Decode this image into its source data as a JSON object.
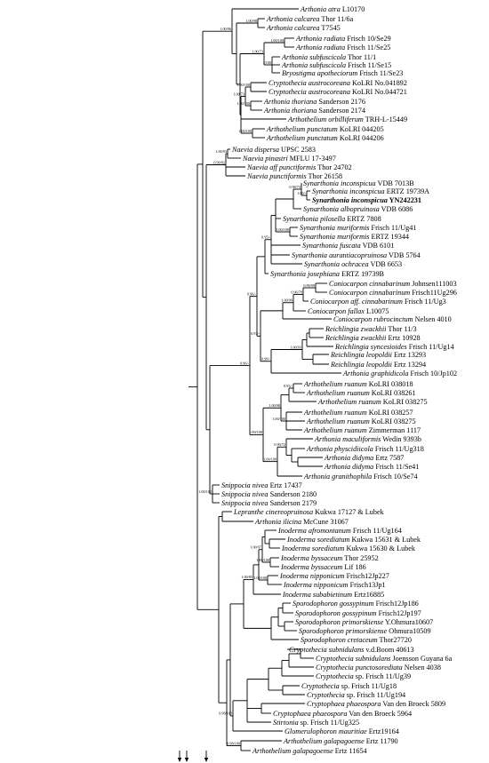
{
  "tree": {
    "taxa": [
      {
        "genus": "Arthonia atra",
        "voucher": "L10170"
      },
      {
        "genus": "Arthonia calcarea",
        "voucher": "Thor 11/6a"
      },
      {
        "genus": "Arthonia calcarea",
        "voucher": "T7545"
      },
      {
        "genus": "Arthonia radiata",
        "voucher": "Frisch 10/Se29"
      },
      {
        "genus": "Arthonia radiata",
        "voucher": "Frisch 11/Se25"
      },
      {
        "genus": "Arthonia subfuscicola",
        "voucher": "Thor 11/1"
      },
      {
        "genus": "Arthonia subfuscicola",
        "voucher": "Frisch 11/Se15"
      },
      {
        "genus": "Bryostigma apotheciorum",
        "voucher": "Frisch 11/Se23"
      },
      {
        "genus": "Cryptothecia austrocoreana",
        "voucher": "KoLRI No.041892"
      },
      {
        "genus": "Cryptothecia austrocoreana",
        "voucher": "KoLRI No.044721"
      },
      {
        "genus": "Arthonia thoriana",
        "voucher": "Sanderson 2176"
      },
      {
        "genus": "Arthonia thoriana",
        "voucher": "Sanderson 2174"
      },
      {
        "genus": "Arthothelium orbilliferum",
        "voucher": "TRH-L-15449"
      },
      {
        "genus": "Arthothelium punctatum",
        "voucher": "KoLRI 044205"
      },
      {
        "genus": "Arthothelium punctatum",
        "voucher": "KoLRI 044206"
      },
      {
        "genus": "Naevia dispersa",
        "voucher": "UPSC 2583"
      },
      {
        "genus": "Naevia pinastri",
        "voucher": "MFLU 17-3497"
      },
      {
        "genus": "Naevia aff punctiformis",
        "voucher": "Thor 24702"
      },
      {
        "genus": "Naevia punctiformis",
        "voucher": "Thor 26158"
      },
      {
        "genus": "Synarthonia inconspicua",
        "voucher": "VDB 7013B"
      },
      {
        "genus": "Synarthonia inconspicua",
        "voucher": "ERTZ 19739A"
      },
      {
        "genus": "Synarthonia inconspicua",
        "voucher": "YN242231",
        "bold": true
      },
      {
        "genus": "Synarthonia albopruinosa",
        "voucher": "VDB 6086"
      },
      {
        "genus": "Synarthonia pilosella",
        "voucher": "ERTZ 7808"
      },
      {
        "genus": "Synarthonia muriformis",
        "voucher": "Frisch 11/Ug41"
      },
      {
        "genus": "Synarthonia muriformis",
        "voucher": "ERTZ 19344"
      },
      {
        "genus": "Synarthonia fuscata",
        "voucher": "VDB 6101"
      },
      {
        "genus": "Synarthonia aurantiacopruinosa",
        "voucher": "VDB 5764"
      },
      {
        "genus": "Synarthonia ochracea",
        "voucher": "VDB 6653"
      },
      {
        "genus": "Synarthonia josephiana",
        "voucher": "ERTZ 19739B"
      },
      {
        "genus": "Coniocarpon cinnabarinum",
        "voucher": "Johnsen111003"
      },
      {
        "genus": "Coniocarpon cinnabarinum",
        "voucher": "Frisch11Ug296"
      },
      {
        "genus": "Coniocarpon aff. cinnabarinum",
        "voucher": "Frisch 11/Ug3"
      },
      {
        "genus": "Coniocarpon fallax",
        "voucher": "L10075"
      },
      {
        "genus": "Coniocarpon rubrocinctum",
        "voucher": "Nelsen 4010"
      },
      {
        "genus": "Reichlingia zwackhii",
        "voucher": "Thor 11/3"
      },
      {
        "genus": "Reichlingia zwackhii",
        "voucher": "Ertz 10928"
      },
      {
        "genus": "Reichlingia syncesioides",
        "voucher": "Frisch 11/Ug14"
      },
      {
        "genus": "Reichlingia leopoldii",
        "voucher": "Ertz 13293"
      },
      {
        "genus": "Reichlingia leopoldii",
        "voucher": "Ertz 13294"
      },
      {
        "genus": "Arthonia graphidicola",
        "voucher": "Frisch 10/Jp102"
      },
      {
        "genus": "Arthothelium ruanum",
        "voucher": "KoLRI 038018"
      },
      {
        "genus": "Arthothelium ruanum",
        "voucher": "KoLRI 038261"
      },
      {
        "genus": "Arthothelium ruanum",
        "voucher": "KoLRI 038275"
      },
      {
        "genus": "Arthothelium ruanum",
        "voucher": "KoLRI 038257"
      },
      {
        "genus": "Arthothelium ruanum",
        "voucher": "KoLRI 038275"
      },
      {
        "genus": "Arthothelium ruanum",
        "voucher": "Zimmerman 1117"
      },
      {
        "genus": "Arthonia maculiformis",
        "voucher": "Wedin 9393b"
      },
      {
        "genus": "Arthonia physcidiicola",
        "voucher": "Frisch 11/Ug318"
      },
      {
        "genus": "Arthonia didyma",
        "voucher": "Ertz 7587"
      },
      {
        "genus": "Arthonia didyma",
        "voucher": "Frisch 11/Se41"
      },
      {
        "genus": "Arthonia granithophila",
        "voucher": "Frisch 10/Se74"
      },
      {
        "genus": "Snippocia nivea",
        "voucher": "Ertz 17437"
      },
      {
        "genus": "Snippocia nivea",
        "voucher": "Sanderson 2180"
      },
      {
        "genus": "Snippocia nivea",
        "voucher": "Sanderson 2179"
      },
      {
        "genus": "Lepranthe cinereopruinosa",
        "voucher": "Kukwa 17127 & Lubek"
      },
      {
        "genus": "Arthonia ilicina",
        "voucher": "McCune 31067"
      },
      {
        "genus": "Inoderma afromontanum",
        "voucher": "Frisch 11/Ug164"
      },
      {
        "genus": "Inoderma sorediatum",
        "voucher": "Kukwa 15631 & Lubek"
      },
      {
        "genus": "Inoderma sorediatum",
        "voucher": "Kukwa 15630 & Lubek"
      },
      {
        "genus": "Inoderma byssaceum",
        "voucher": "Thor 25952"
      },
      {
        "genus": "Inoderma byssaceum",
        "voucher": "Lif 186"
      },
      {
        "genus": "Inoderma nipponicum",
        "voucher": "Frisch12Jp227"
      },
      {
        "genus": "Inoderma nipponicum",
        "voucher": "Frisch13Jp1"
      },
      {
        "genus": "Inoderma subabietinum",
        "voucher": "Ertz16885"
      },
      {
        "genus": "Sporodophoron gossypinum",
        "voucher": "Frisch12Jp186"
      },
      {
        "genus": "Sporodophoron gossypinum",
        "voucher": "Frisch12Jp197"
      },
      {
        "genus": "Sporodophoron primorskiense",
        "voucher": "Y.Ohmura10607"
      },
      {
        "genus": "Sporodophoron primorskiense",
        "voucher": "Ohmura10509"
      },
      {
        "genus": "Sporodophoron cretaceum",
        "voucher": "Thor27720"
      },
      {
        "genus": "Cryptothecia subnidulans",
        "voucher": "v.d.Boom 40613"
      },
      {
        "genus": "Cryptothecia subnidulans",
        "voucher": "Joensson Guyana 6a"
      },
      {
        "genus": "Cryptothecia punctosorediata",
        "voucher": "Nelsen 4038"
      },
      {
        "genus": "Cryptothecia",
        "voucher": "sp. Frisch 11/Ug39"
      },
      {
        "genus": "Cryptothecia",
        "voucher": "sp. Frisch 11/Ug18"
      },
      {
        "genus": "Cryptothecia",
        "voucher": "sp. Frisch 11/Ug194"
      },
      {
        "genus": "Cryptophaea phaeospora",
        "voucher": "Van den Broeck 5809"
      },
      {
        "genus": "Cryptophaea phaeospora",
        "voucher": "Van den Broeck 5964"
      },
      {
        "genus": "Stirtonia",
        "voucher": "sp. Frisch 11/Ug325"
      },
      {
        "genus": "Glomerulophoron mauritiae",
        "voucher": "Ertz19164"
      },
      {
        "genus": "Arthothelium galapagoense",
        "voucher": "Ertz 11790"
      },
      {
        "genus": "Arthothelium galapagoense",
        "voucher": "Ertz 11654"
      }
    ],
    "support": [
      {
        "label": "1.00/96"
      },
      {
        "label": "1.00/98"
      },
      {
        "label": "1.00/100"
      },
      {
        "label": "1.00/73"
      },
      {
        "label": "-/100"
      },
      {
        "label": "1.00/100"
      },
      {
        "label": "1.00/73"
      },
      {
        "label": "1.00/100"
      },
      {
        "label": "1.00/100"
      },
      {
        "label": "1.00/93"
      },
      {
        "label": "0.99/82"
      },
      {
        "label": "1.00/-"
      },
      {
        "label": "0.98/73"
      },
      {
        "label": "1.00/100"
      },
      {
        "label": "0.95/-"
      },
      {
        "label": "0.99/99"
      },
      {
        "label": "0.96/79"
      },
      {
        "label": "1.00/99"
      },
      {
        "label": "0.97/-"
      },
      {
        "label": "1.00/93"
      },
      {
        "label": "0.98/-"
      },
      {
        "label": "0.96/-"
      },
      {
        "label": "0.93/-"
      },
      {
        "label": "1.00/100"
      },
      {
        "label": "1.00/98"
      },
      {
        "label": "0.99/72"
      },
      {
        "label": "1.00/100"
      },
      {
        "label": "1.00/100"
      },
      {
        "label": "1.00/91"
      },
      {
        "label": "1.00/100"
      },
      {
        "label": "1.00/100"
      },
      {
        "label": "1.00/97"
      },
      {
        "label": "1.00/100"
      },
      {
        "label": "1.00/85"
      },
      {
        "label": "0.98/100"
      }
    ]
  }
}
